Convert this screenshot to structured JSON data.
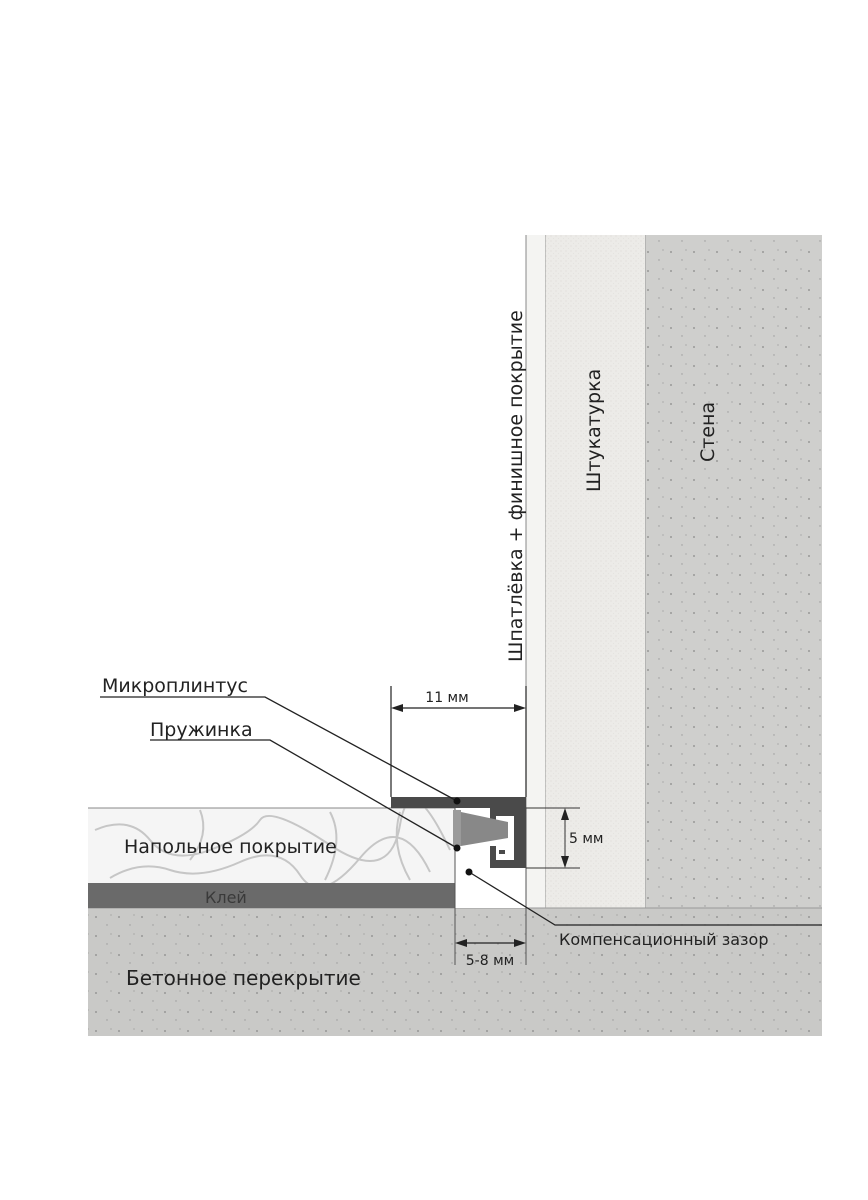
{
  "labels": {
    "putty": "Шпатлёвка + финишное покрытие",
    "plaster": "Штукатурка",
    "wall": "Стена",
    "microplinth": "Микроплинтус",
    "spring": "Пружинка",
    "floor_covering": "Напольное покрытие",
    "glue": "Клей",
    "concrete": "Бетонное перекрытие",
    "gap": "Компенсационный зазор"
  },
  "dimensions": {
    "width": "11 мм",
    "height": "5 мм",
    "gap": "5-8 мм"
  },
  "colors": {
    "concrete": "#c9c9c7",
    "wall": "#cfcfcd",
    "plaster": "#ecebe8",
    "putty": "#f4f4f2",
    "glue": "#6a6a6a",
    "profile": "#4a4a4a",
    "spring": "#8a8a8a"
  }
}
